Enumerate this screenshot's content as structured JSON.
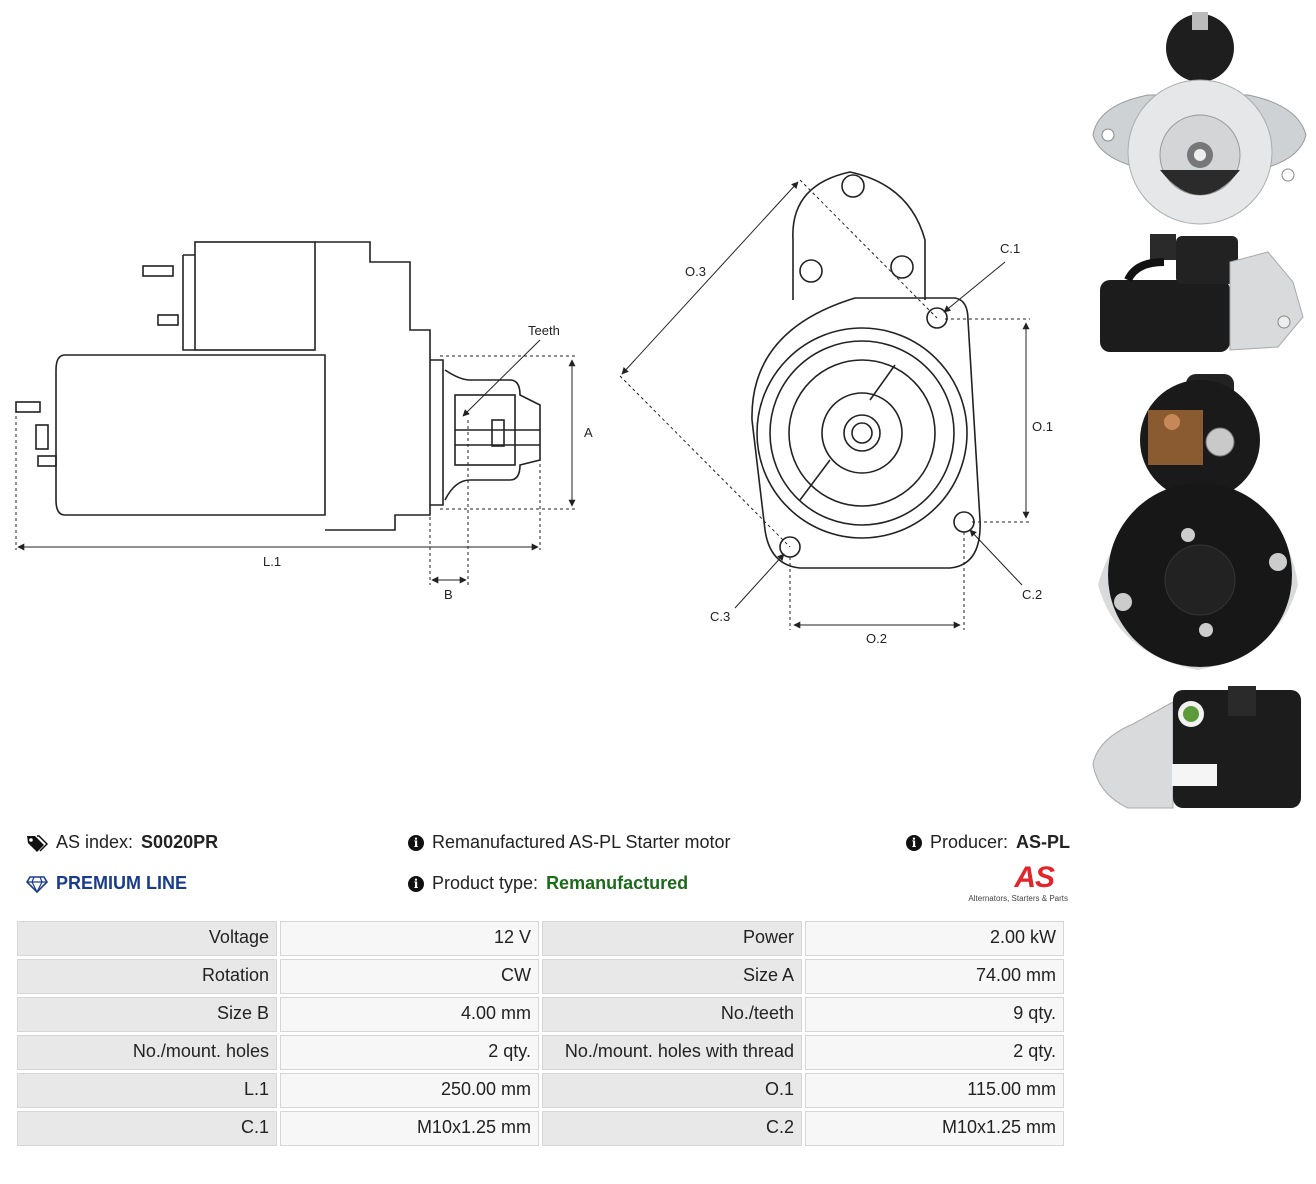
{
  "drawing_labels": {
    "teeth": "Teeth",
    "a": "A",
    "b": "B",
    "l1": "L.1",
    "o1": "O.1",
    "o2": "O.2",
    "o3": "O.3",
    "c1": "C.1",
    "c2": "C.2",
    "c3": "C.3"
  },
  "info": {
    "as_index_label": "AS index:",
    "as_index_value": "S0020PR",
    "premium_line": "PREMIUM LINE",
    "description": "Remanufactured AS-PL Starter motor",
    "product_type_label": "Product type:",
    "product_type_value": "Remanufactured",
    "producer_label": "Producer:",
    "producer_value": "AS-PL",
    "logo_text": "AS",
    "logo_tagline": "Alternators, Starters & Parts"
  },
  "colors": {
    "premium": "#1a3c8c",
    "product_type": "#1b6b1b",
    "logo_red": "#e3242b"
  },
  "specs": [
    [
      "Voltage",
      "12 V",
      "Power",
      "2.00 kW"
    ],
    [
      "Rotation",
      "CW",
      "Size A",
      "74.00 mm"
    ],
    [
      "Size B",
      "4.00 mm",
      "No./teeth",
      "9 qty."
    ],
    [
      "No./mount. holes",
      "2 qty.",
      "No./mount. holes with thread",
      "2 qty."
    ],
    [
      "L.1",
      "250.00 mm",
      "O.1",
      "115.00 mm"
    ],
    [
      "C.1",
      "M10x1.25 mm",
      "C.2",
      "M10x1.25 mm"
    ]
  ]
}
